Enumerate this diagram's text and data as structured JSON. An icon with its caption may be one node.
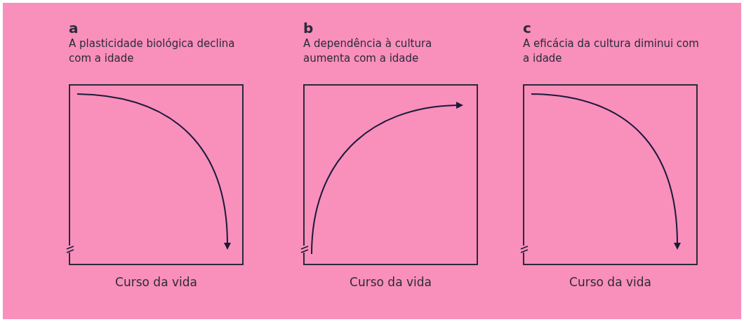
{
  "diagram": {
    "nodes": [
      {
        "text": [
          "a",
          "A plasticidade biológica declina com a idade"
        ],
        "beside": [
          "Curso da vida"
        ]
      },
      {
        "text": [
          "b",
          "A dependência à cultura aumenta com a idade"
        ],
        "beside": [
          "Curso da vida"
        ]
      },
      {
        "text": [
          "c",
          "A eficácia da cultura diminui com a idade"
        ],
        "beside": [
          "Curso da vida"
        ]
      }
    ]
  }
}
